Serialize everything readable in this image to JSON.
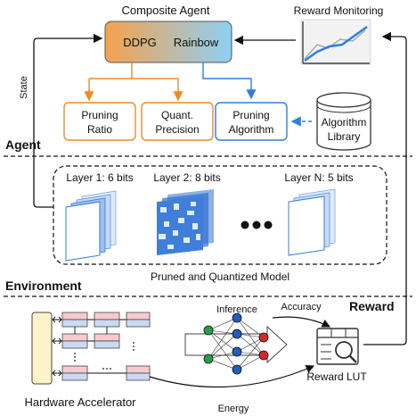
{
  "top": {
    "title": "Composite Agent",
    "agent_left": "DDPG",
    "agent_right": "Rainbow",
    "reward_monitoring": "Reward Monitoring",
    "state_label": "State"
  },
  "actions": [
    {
      "line1": "Pruning",
      "line2": "Ratio"
    },
    {
      "line1": "Quant.",
      "line2": "Precision"
    },
    {
      "line1": "Pruning",
      "line2": "Algorithm"
    }
  ],
  "library": {
    "line1": "Algorithm",
    "line2": "Library"
  },
  "sections": {
    "agent": "Agent",
    "environment": "Environment",
    "reward": "Reward"
  },
  "model": {
    "layers": [
      "Layer 1: 6 bits",
      "Layer 2: 8 bits",
      "Layer N: 5 bits"
    ],
    "caption": "Pruned and Quantized Model"
  },
  "environment": {
    "hardware_label": "Hardware Accelerator",
    "inference_label": "Inference",
    "accuracy_label": "Accuracy",
    "energy_label": "Energy",
    "lut_label": "Reward LUT"
  },
  "colors": {
    "orange": "#f08a24",
    "blue": "#2f7de1",
    "agent_grad_start": "#f5a24c",
    "agent_grad_end": "#8ed0f4",
    "hw_panel": "#fdf3c8",
    "cell_pink": "#f7c9cf",
    "cell_blue": "#c9daf3",
    "node_green": "#2a9d4b",
    "node_blue": "#1f5fbf",
    "node_red": "#d62828"
  }
}
